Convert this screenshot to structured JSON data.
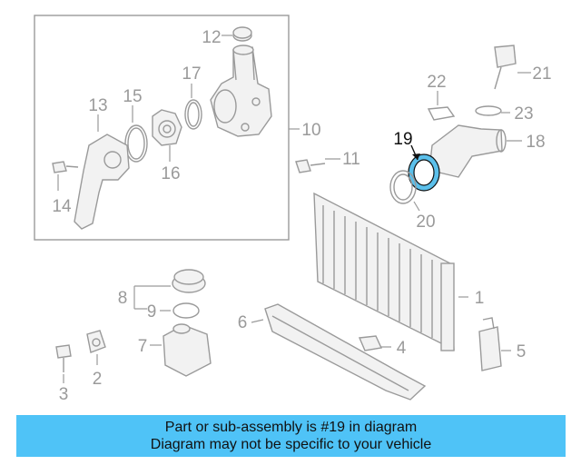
{
  "callouts": {
    "c1": "1",
    "c2": "2",
    "c3": "3",
    "c4": "4",
    "c5": "5",
    "c6": "6",
    "c7": "7",
    "c8": "8",
    "c9": "9",
    "c10": "10",
    "c11": "11",
    "c12": "12",
    "c13": "13",
    "c14": "14",
    "c15": "15",
    "c16": "16",
    "c17": "17",
    "c18": "18",
    "c19": "19",
    "c20": "20",
    "c21": "21",
    "c22": "22",
    "c23": "23"
  },
  "highlighted_part": "19",
  "banner": {
    "line1": "Part or sub-assembly is #19 in diagram",
    "line2": "Diagram may not be specific to your vehicle"
  },
  "colors": {
    "banner_bg": "#4fc3f7",
    "highlight": "#5bc0eb",
    "line": "#9a9a9a"
  }
}
